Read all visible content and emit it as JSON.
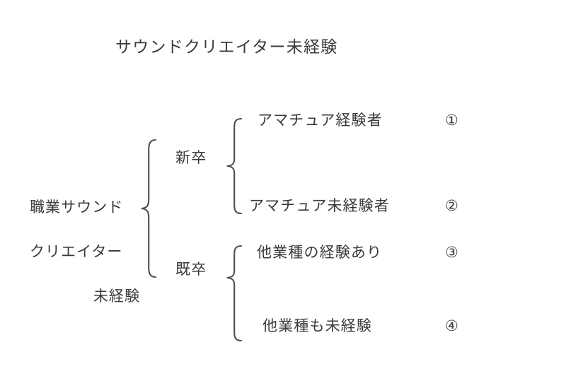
{
  "diagram": {
    "title": "サウンドクリエイター未経験",
    "background_color": "#ffffff",
    "text_color": "#3a3a3a",
    "brace_color": "#4f4f4f",
    "root": {
      "lines": [
        "職業サウンド",
        "クリエイター",
        "未経験"
      ],
      "full_text": "職業サウンドクリエイター未経験"
    },
    "branches": [
      {
        "label": "新卒",
        "leaves": [
          {
            "label": "アマチュア経験者",
            "marker": "①"
          },
          {
            "label": "アマチュア未経験者",
            "marker": "②"
          }
        ]
      },
      {
        "label": "既卒",
        "leaves": [
          {
            "label": "他業種の経験あり",
            "marker": "③"
          },
          {
            "label": "他業種も未経験",
            "marker": "④"
          }
        ]
      }
    ],
    "braces": {
      "root_brace": "curly-brace-icon",
      "branch_brace_0": "curly-brace-icon",
      "branch_brace_1": "curly-brace-icon"
    }
  }
}
